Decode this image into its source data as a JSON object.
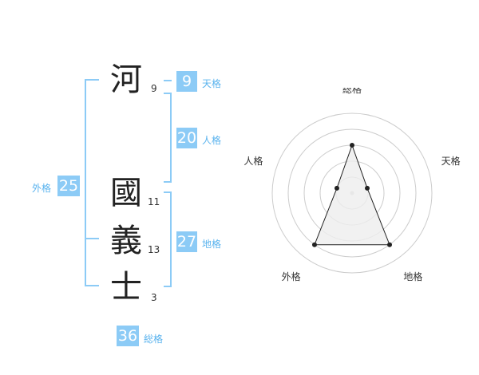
{
  "name": {
    "chars": [
      {
        "char": "河",
        "strokes": "9"
      },
      {
        "char": "國",
        "strokes": "11"
      },
      {
        "char": "義",
        "strokes": "13"
      },
      {
        "char": "士",
        "strokes": "3"
      }
    ]
  },
  "kakusu": {
    "tenkaku": {
      "value": "9",
      "label": "天格"
    },
    "jinkaku": {
      "value": "20",
      "label": "人格"
    },
    "chikaku": {
      "value": "27",
      "label": "地格"
    },
    "gaikaku": {
      "value": "25",
      "label": "外格"
    },
    "soukaku": {
      "value": "36",
      "label": "総格"
    }
  },
  "colors": {
    "accent": "#8ccbf6",
    "accent_text": "#5ab3ee",
    "radar_line": "#222222",
    "radar_fill": "#eeeeee",
    "grid": "#cccccc"
  },
  "chart_data": {
    "type": "radar",
    "axes": [
      "総格",
      "天格",
      "地格",
      "外格",
      "人格"
    ],
    "values": [
      3,
      1,
      4,
      4,
      1
    ],
    "max": 5,
    "rings": 5
  }
}
